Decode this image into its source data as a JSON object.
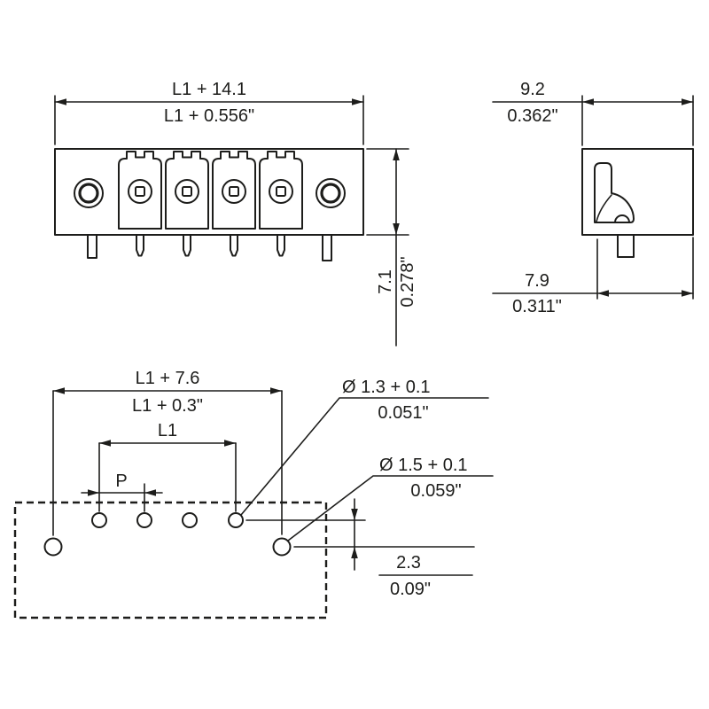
{
  "page": {
    "background": "#ffffff",
    "ink_color": "#1d1d1b"
  },
  "front_view": {
    "width_dim": {
      "metric": "L1 + 14.1",
      "inch": "L1 + 0.556\""
    },
    "height_dim": {
      "metric": "7.1",
      "inch": "0.278\""
    }
  },
  "side_view": {
    "depth_dim": {
      "metric": "9.2",
      "inch": "0.362\""
    },
    "latch_depth_dim": {
      "metric": "7.9",
      "inch": "0.311\""
    }
  },
  "pcb_layout": {
    "hole_span_dim": {
      "metric": "L1 + 7.6",
      "inch": "L1 + 0.3\""
    },
    "pole_span_dim": {
      "metric": "L1"
    },
    "pitch_dim": {
      "metric": "P"
    },
    "small_hole_dim": {
      "metric": "Ø 1.3 + 0.1",
      "inch": "0.051\""
    },
    "large_hole_dim": {
      "metric": "Ø 1.5 + 0.1",
      "inch": "0.059\""
    },
    "row_offset_dim": {
      "metric": "2.3",
      "inch": "0.09\""
    }
  }
}
